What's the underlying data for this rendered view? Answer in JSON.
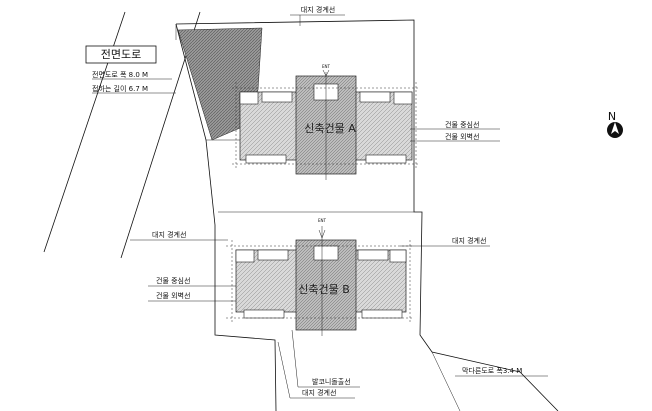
{
  "road": {
    "title": "전면도로",
    "width_line": "전면도로 폭 8.0 M",
    "frontage_line": "접하는 길이 6.7 M"
  },
  "labels": {
    "site_boundary_top": "대지 경계선",
    "site_boundary_left": "대지 경계선",
    "site_boundary_right": "대지 경계선",
    "site_boundary_bottom": "대지 경계선",
    "balcony_line": "발코니돌출선",
    "bldg_a_center": "건물 중심선",
    "bldg_a_outer": "건물 외벽선",
    "bldg_b_center": "건물 중심선",
    "bldg_b_outer": "건물 외벽선",
    "dead_end_road": "막다른도로 폭3.4 M",
    "ent_a": "ENT",
    "ent_b": "ENT"
  },
  "buildings": {
    "a_name": "신축건물 A",
    "b_name": "신축건물 B"
  },
  "compass": {
    "letter": "N"
  }
}
